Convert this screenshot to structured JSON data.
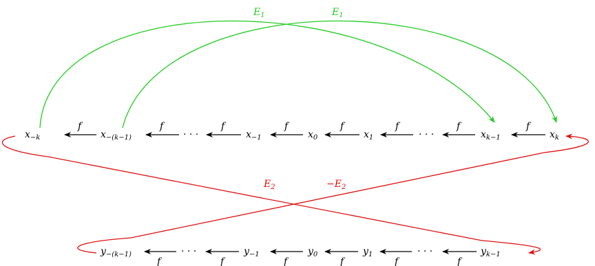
{
  "nodes_top": {
    "xmk": {
      "base": "x",
      "sub": "−k"
    },
    "xmk1": {
      "base": "x",
      "sub": "−(k−1)"
    },
    "dots1": {
      "base": "· · ·",
      "sub": ""
    },
    "xm1": {
      "base": "x",
      "sub": "−1"
    },
    "x0": {
      "base": "x",
      "sub": "0"
    },
    "x1": {
      "base": "x",
      "sub": "1"
    },
    "dots2": {
      "base": "· · ·",
      "sub": ""
    },
    "xk1": {
      "base": "x",
      "sub": "k−1"
    },
    "xk": {
      "base": "x",
      "sub": "k"
    }
  },
  "nodes_bottom": {
    "ymk1": {
      "base": "y",
      "sub": "−(k−1)"
    },
    "dots1": {
      "base": "· · ·",
      "sub": ""
    },
    "ym1": {
      "base": "y",
      "sub": "−1"
    },
    "y0": {
      "base": "y",
      "sub": "0"
    },
    "y1": {
      "base": "y",
      "sub": "1"
    },
    "dots2": {
      "base": "· · ·",
      "sub": ""
    },
    "yk1": {
      "base": "y",
      "sub": "k−1"
    }
  },
  "edge_label_f": "f",
  "labels": {
    "e1_left": {
      "base": "E",
      "sub": "1"
    },
    "e1_right": {
      "base": "E",
      "sub": "1"
    },
    "e2": {
      "base": "E",
      "sub": "2"
    },
    "neg_e2": {
      "base": "−E",
      "sub": "2"
    }
  },
  "colors": {
    "green": "#22cc22",
    "red": "#dd1111",
    "black": "#000000"
  }
}
